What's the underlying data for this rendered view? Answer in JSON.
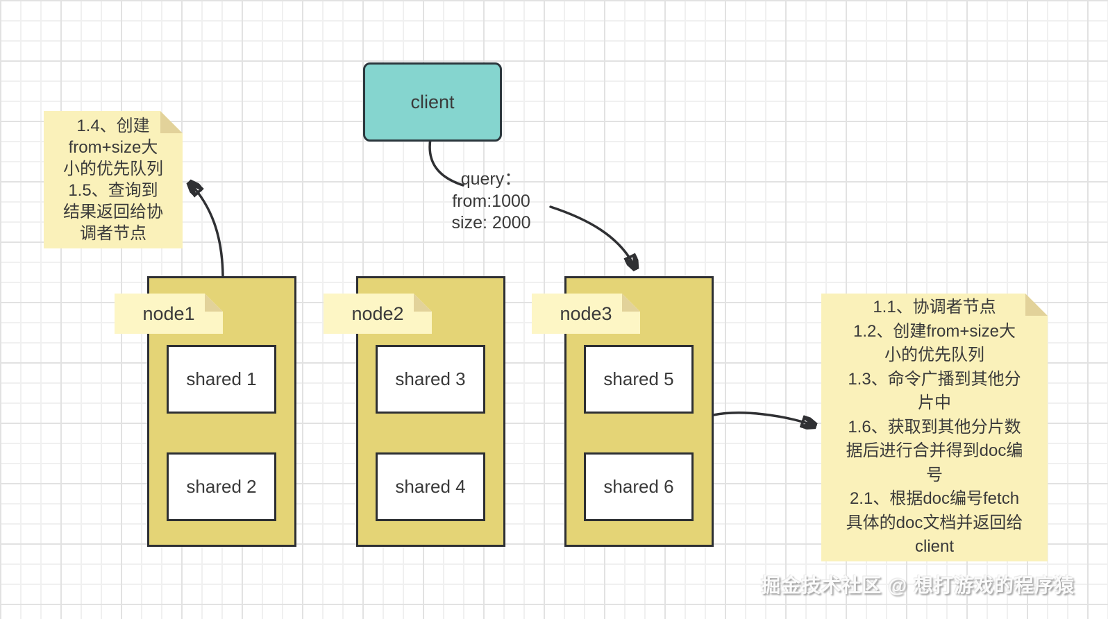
{
  "client": {
    "label": "client"
  },
  "query_annotation": {
    "lines": [
      "query：",
      "from:1000",
      "size: 2000"
    ]
  },
  "nodes": [
    {
      "label": "node1",
      "shards": [
        "shared 1",
        "shared 2"
      ]
    },
    {
      "label": "node2",
      "shards": [
        "shared 3",
        "shared 4"
      ]
    },
    {
      "label": "node3",
      "shards": [
        "shared 5",
        "shared 6"
      ]
    }
  ],
  "notes": {
    "left": {
      "lines": [
        "1.4、创建",
        "from+size大",
        "小的优先队列",
        "1.5、查询到",
        "结果返回给协",
        "调者节点"
      ]
    },
    "right": {
      "lines": [
        "1.1、协调者节点",
        "1.2、创建from+size大",
        "小的优先队列",
        "1.3、命令广播到其他分",
        "片中",
        "1.6、获取到其他分片数",
        "据后进行合并得到doc编",
        "号",
        "2.1、根据doc编号fetch",
        "具体的doc文档并返回给",
        "client"
      ]
    }
  },
  "watermark": "掘金技术社区 @ 想打游戏的程序猿",
  "colors": {
    "client_fill": "#85d5cf",
    "node_fill": "#e4d476",
    "note_fill": "#faf1ba",
    "note_fold": "#e2d29a",
    "label_fill": "#fdf6c5",
    "border_dark": "#2d2f33",
    "arrow_color": "#2f3033",
    "shard_fill": "#ffffff",
    "text_color": "#3a3a3a"
  }
}
